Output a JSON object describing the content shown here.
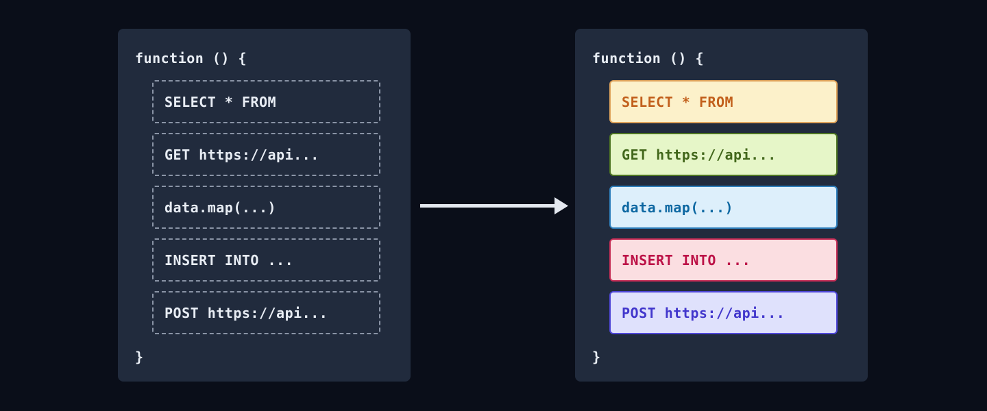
{
  "diagram": {
    "colors": {
      "page_bg": "#0a0e19",
      "panel_bg": "#212b3d",
      "panel_text": "#e8edf4",
      "dashed_border": "#8a94a6",
      "arrow": "#e4e8f0"
    },
    "left_panel": {
      "title": "function () {",
      "closing_brace": "}",
      "blocks": [
        {
          "kind": "sql-select",
          "label": "SELECT * FROM"
        },
        {
          "kind": "http-get",
          "label": "GET https://api..."
        },
        {
          "kind": "js-map",
          "label": "data.map(...)"
        },
        {
          "kind": "sql-insert",
          "label": "INSERT INTO ..."
        },
        {
          "kind": "http-post",
          "label": "POST https://api..."
        }
      ]
    },
    "arrow": {
      "icon": "right-arrow-icon"
    },
    "right_panel": {
      "title": "function () {",
      "closing_brace": "}",
      "blocks": [
        {
          "kind": "sql-select",
          "label": "SELECT * FROM",
          "bg": "#fcf1ca",
          "border": "#e0a45b",
          "text": "#c2601c"
        },
        {
          "kind": "http-get",
          "label": "GET https://api...",
          "bg": "#e6f6c8",
          "border": "#4d7522",
          "text": "#42671b"
        },
        {
          "kind": "js-map",
          "label": "data.map(...)",
          "bg": "#ddeffb",
          "border": "#2e7fbc",
          "text": "#0e68a2"
        },
        {
          "kind": "sql-insert",
          "label": "INSERT INTO ...",
          "bg": "#fbdee1",
          "border": "#c62c55",
          "text": "#bc1247"
        },
        {
          "kind": "http-post",
          "label": "POST https://api...",
          "bg": "#dfe1fc",
          "border": "#4e46d8",
          "text": "#4237cc"
        }
      ]
    }
  }
}
